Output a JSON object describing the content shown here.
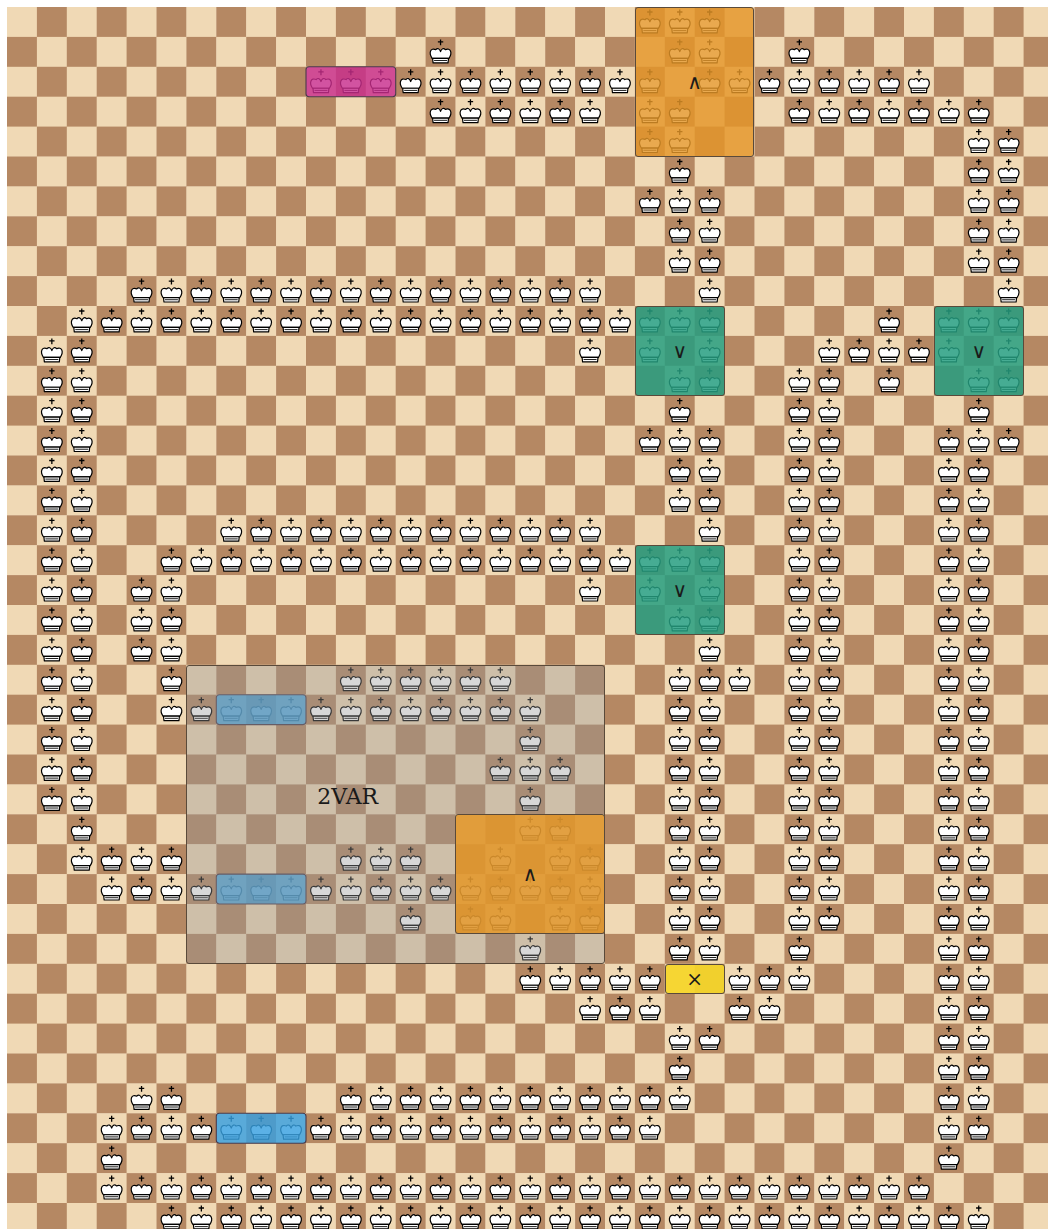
{
  "diagram": {
    "nodes": [
      {
        "text": [
          "∧"
        ]
      },
      {
        "text": [
          "∨"
        ]
      },
      {
        "text": [
          "∨"
        ]
      },
      {
        "text": [
          "∨"
        ]
      },
      {
        "text": [
          "2VAR"
        ]
      },
      {
        "text": [
          "∧"
        ],
        "in": 4
      },
      {
        "text": [
          "×"
        ]
      }
    ]
  }
}
